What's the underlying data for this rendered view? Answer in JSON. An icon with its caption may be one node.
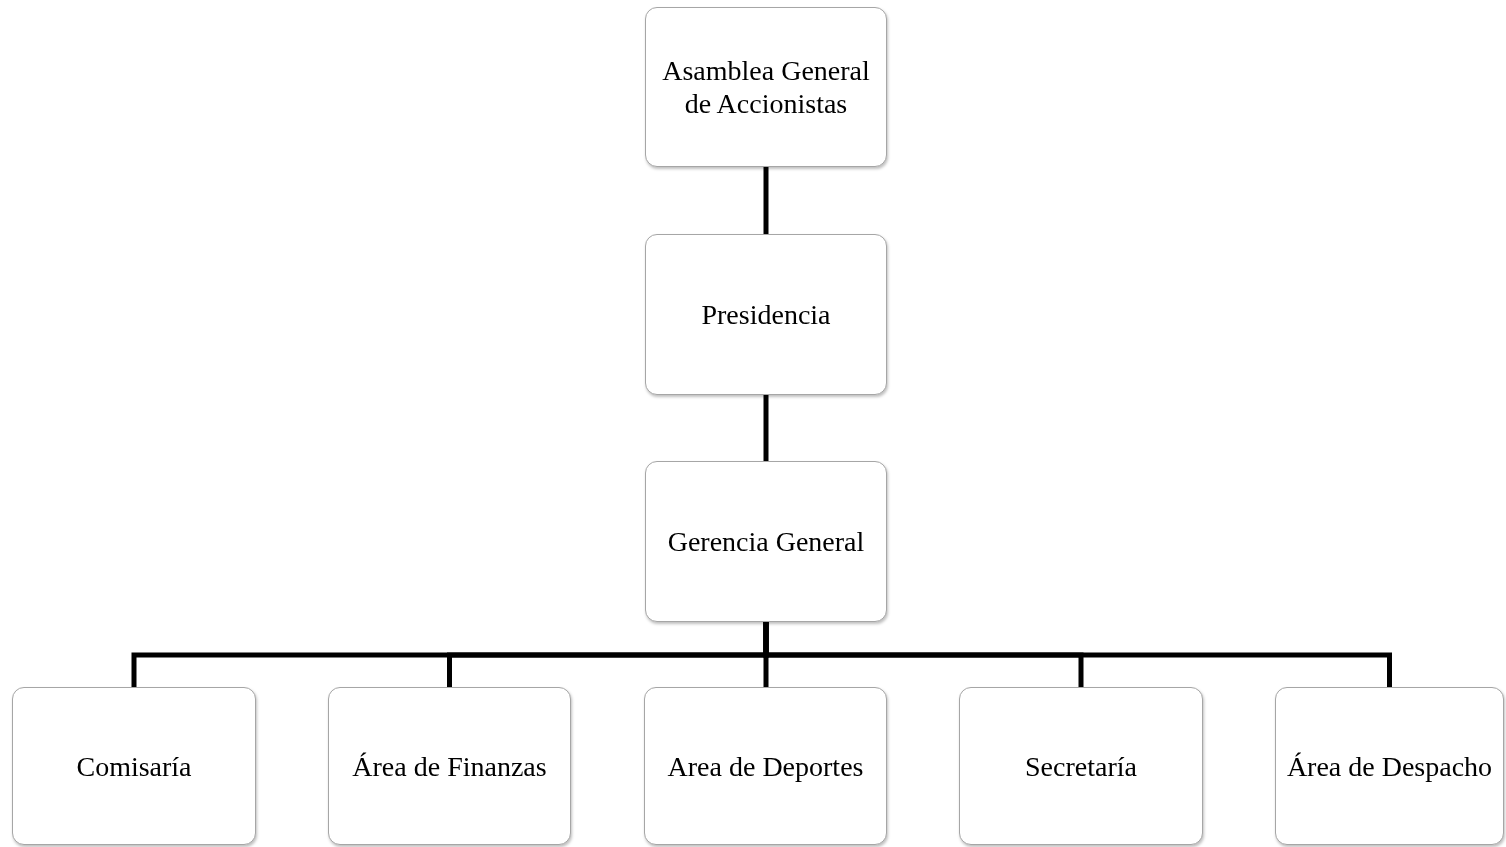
{
  "diagram": {
    "nodes": [
      {
        "text": [
          "Asamblea General de Accionistas"
        ]
      },
      {
        "text": [
          "Presidencia"
        ]
      },
      {
        "text": [
          "Gerencia General"
        ]
      },
      {
        "text": [
          "Comisaría"
        ]
      },
      {
        "text": [
          "Área de Finanzas"
        ]
      },
      {
        "text": [
          "Area de Deportes"
        ]
      },
      {
        "text": [
          "Secretaría"
        ]
      },
      {
        "text": [
          "Área de Despacho"
        ]
      }
    ],
    "edges": [
      {
        "from": 0,
        "to": 1,
        "arrow": "none"
      },
      {
        "from": 1,
        "to": 2,
        "arrow": "none"
      },
      {
        "from": 2,
        "to": 3,
        "arrow": "none"
      },
      {
        "from": 2,
        "to": 4,
        "arrow": "none"
      },
      {
        "from": 2,
        "to": 5,
        "arrow": "none"
      },
      {
        "from": 2,
        "to": 6,
        "arrow": "none"
      },
      {
        "from": 2,
        "to": 7,
        "arrow": "none"
      }
    ]
  }
}
